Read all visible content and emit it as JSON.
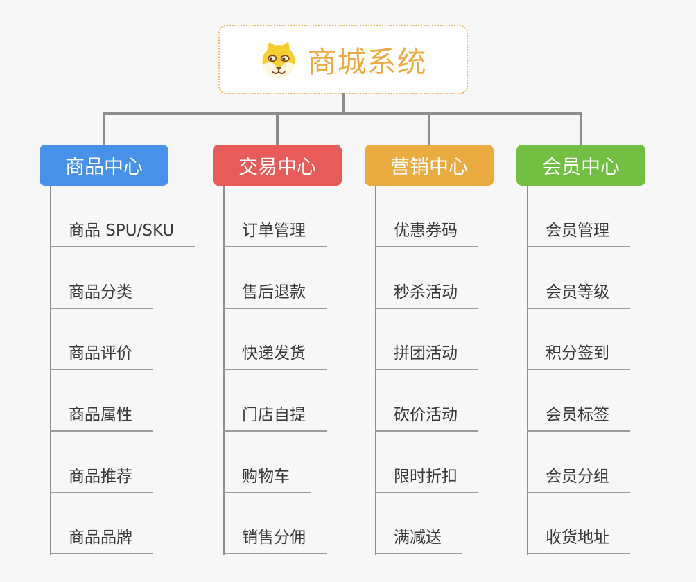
{
  "root": {
    "title": "商城系统",
    "icon": "shiba-dog-icon",
    "title_color": "#efab43",
    "border_color": "#ecb45c"
  },
  "connector_color": "#8e8e8e",
  "background_color": "#f7f7f7",
  "branches": [
    {
      "label": "商品中心",
      "color": "#4890e8",
      "items": [
        "商品 SPU/SKU",
        "商品分类",
        "商品评价",
        "商品属性",
        "商品推荐",
        "商品品牌"
      ]
    },
    {
      "label": "交易中心",
      "color": "#e75b5b",
      "items": [
        "订单管理",
        "售后退款",
        "快递发货",
        "门店自提",
        "购物车",
        "销售分佣"
      ]
    },
    {
      "label": "营销中心",
      "color": "#eaac40",
      "items": [
        "优惠券码",
        "秒杀活动",
        "拼团活动",
        "砍价活动",
        "限时折扣",
        "满减送"
      ]
    },
    {
      "label": "会员中心",
      "color": "#72bf43",
      "items": [
        "会员管理",
        "会员等级",
        "积分签到",
        "会员标签",
        "会员分组",
        "收货地址"
      ]
    }
  ]
}
